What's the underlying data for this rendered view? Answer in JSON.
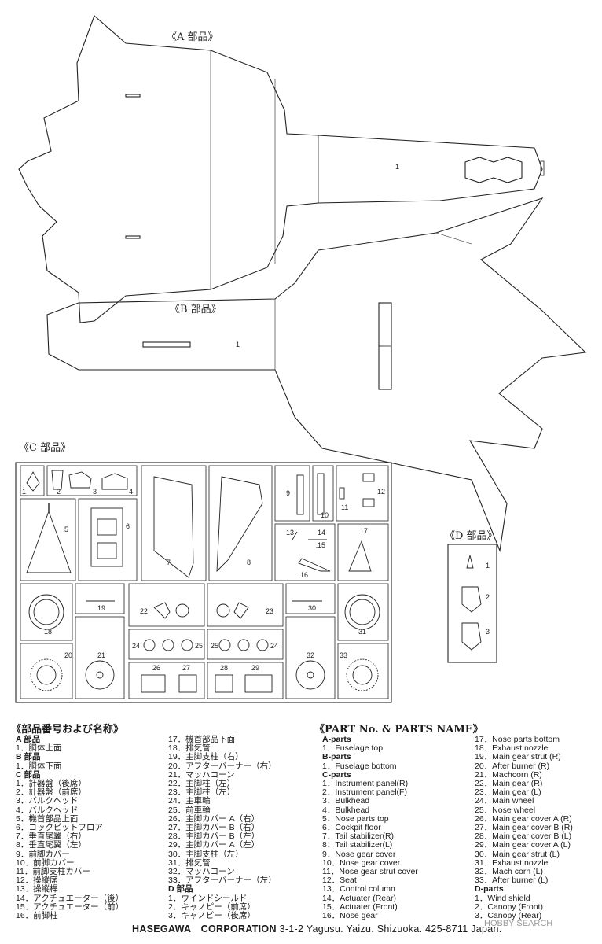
{
  "section_labels": {
    "a": "《A 部品》",
    "b": "《B 部品》",
    "c": "《C 部品》",
    "d": "《D 部品》"
  },
  "runner_numbers": [
    "1",
    "2",
    "3",
    "4",
    "5",
    "6",
    "7",
    "8",
    "9",
    "10",
    "11",
    "12",
    "13",
    "14",
    "15",
    "16",
    "17",
    "18",
    "19",
    "20",
    "21",
    "22",
    "23",
    "24",
    "25",
    "26",
    "27",
    "28",
    "29",
    "30",
    "31",
    "32",
    "33"
  ],
  "d_numbers": [
    "1",
    "2",
    "3"
  ],
  "fuselage_numbers": {
    "a": "1",
    "b": "1"
  },
  "jp_list": {
    "title": "《部品番号および名称》",
    "col1": [
      {
        "t": "A 部品",
        "h": true
      },
      {
        "t": "1．胴体上面"
      },
      {
        "t": "B 部品",
        "h": true
      },
      {
        "t": "1．胴体下面"
      },
      {
        "t": "C 部品",
        "h": true
      },
      {
        "t": "1．計器盤（後席）"
      },
      {
        "t": "2．計器盤（前席）"
      },
      {
        "t": "3．バルクヘッド"
      },
      {
        "t": "4．バルクヘッド"
      },
      {
        "t": "5．機首部品上面"
      },
      {
        "t": "6．コックピットフロア"
      },
      {
        "t": "7．垂直尾翼（右）"
      },
      {
        "t": "8．垂直尾翼（左）"
      },
      {
        "t": "9．前脚カバー"
      },
      {
        "t": "10．前脚カバー"
      },
      {
        "t": "11．前脚支柱カバー"
      },
      {
        "t": "12．操縦席"
      },
      {
        "t": "13．操縦桿"
      },
      {
        "t": "14．アクチュエーター（後）"
      },
      {
        "t": "15．アクチュエーター（前）"
      },
      {
        "t": "16．前脚柱"
      }
    ],
    "col2": [
      {
        "t": "17．機首部品下面"
      },
      {
        "t": "18．排気管"
      },
      {
        "t": "19．主脚支柱（右）"
      },
      {
        "t": "20．アフターバーナー（右）"
      },
      {
        "t": "21．マッハコーン"
      },
      {
        "t": "22．主脚柱（左）"
      },
      {
        "t": "23．主脚柱（左）"
      },
      {
        "t": "24．主車輪"
      },
      {
        "t": "25．前車輪"
      },
      {
        "t": "26．主脚カバー A（右）"
      },
      {
        "t": "27．主脚カバー B（右）"
      },
      {
        "t": "28．主脚カバー B（左）"
      },
      {
        "t": "29．主脚カバー A（左）"
      },
      {
        "t": "30．主脚支柱（左）"
      },
      {
        "t": "31．排気管"
      },
      {
        "t": "32．マッハコーン"
      },
      {
        "t": "33．アフターバーナー（左）"
      },
      {
        "t": "D 部品",
        "h": true
      },
      {
        "t": "1．ウインドシールド"
      },
      {
        "t": "2．キャノピー（前席）"
      },
      {
        "t": "3．キャノピー（後席）"
      }
    ]
  },
  "en_list": {
    "title": "《PART No. & PARTS NAME》",
    "col1": [
      {
        "t": "A-parts",
        "h": true
      },
      {
        "t": "1．Fuselage top"
      },
      {
        "t": "B-parts",
        "h": true
      },
      {
        "t": "1．Fuselage bottom"
      },
      {
        "t": "C-parts",
        "h": true
      },
      {
        "t": "1．Instrument panel(R)"
      },
      {
        "t": "2．Instrument panel(F)"
      },
      {
        "t": "3．Bulkhead"
      },
      {
        "t": "4．Bulkhead"
      },
      {
        "t": "5．Nose parts top"
      },
      {
        "t": "6．Cockpit floor"
      },
      {
        "t": "7．Tail stabilizer(R)"
      },
      {
        "t": "8．Tail stabilizer(L)"
      },
      {
        "t": "9．Nose gear cover"
      },
      {
        "t": "10．Nose gear cover"
      },
      {
        "t": "11．Nose gear strut cover"
      },
      {
        "t": "12．Seat"
      },
      {
        "t": "13．Control column"
      },
      {
        "t": "14．Actuater (Rear)"
      },
      {
        "t": "15．Actuater (Front)"
      },
      {
        "t": "16．Nose gear"
      }
    ],
    "col2": [
      {
        "t": "17．Nose parts bottom"
      },
      {
        "t": "18．Exhaust nozzle"
      },
      {
        "t": "19．Main gear strut (R)"
      },
      {
        "t": "20．After burner (R)"
      },
      {
        "t": "21．Machcorn (R)"
      },
      {
        "t": "22．Main gear (R)"
      },
      {
        "t": "23．Main gear (L)"
      },
      {
        "t": "24．Main wheel"
      },
      {
        "t": "25．Nose wheel"
      },
      {
        "t": "26．Main gear cover A (R)"
      },
      {
        "t": "27．Main gear cover B (R)"
      },
      {
        "t": "28．Main gear cover B (L)"
      },
      {
        "t": "29．Main gear cover A (L)"
      },
      {
        "t": "30．Main gear strut (L)"
      },
      {
        "t": "31．Exhaust nozzle"
      },
      {
        "t": "32．Mach corn (L)"
      },
      {
        "t": "33．After burner (L)"
      },
      {
        "t": "D-parts",
        "h": true
      },
      {
        "t": "1．Wind shield"
      },
      {
        "t": "2．Canopy (Front)"
      },
      {
        "t": "3．Canopy (Rear)"
      }
    ]
  },
  "footer": {
    "company": "HASEGAWA　CORPORATION",
    "address": "3-1-2 Yagusu. Yaizu. Shizuoka. 425-8711 Japan."
  },
  "watermark": "HOBBY SEARCH"
}
